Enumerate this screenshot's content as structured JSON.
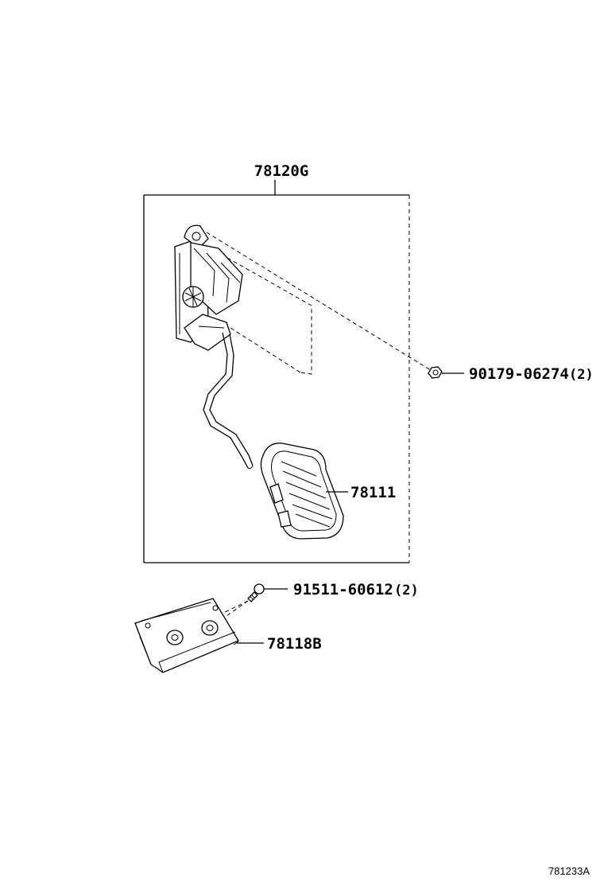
{
  "diagram": {
    "reference_code": "781233A",
    "parts": [
      {
        "id": "assembly",
        "number": "78120G",
        "qty": ""
      },
      {
        "id": "nut",
        "number": "90179-06274",
        "qty": "(2)"
      },
      {
        "id": "pedal-pad",
        "number": "78111",
        "qty": ""
      },
      {
        "id": "screw",
        "number": "91511-60612",
        "qty": "(2)"
      },
      {
        "id": "bracket",
        "number": "78118B",
        "qty": ""
      }
    ]
  }
}
